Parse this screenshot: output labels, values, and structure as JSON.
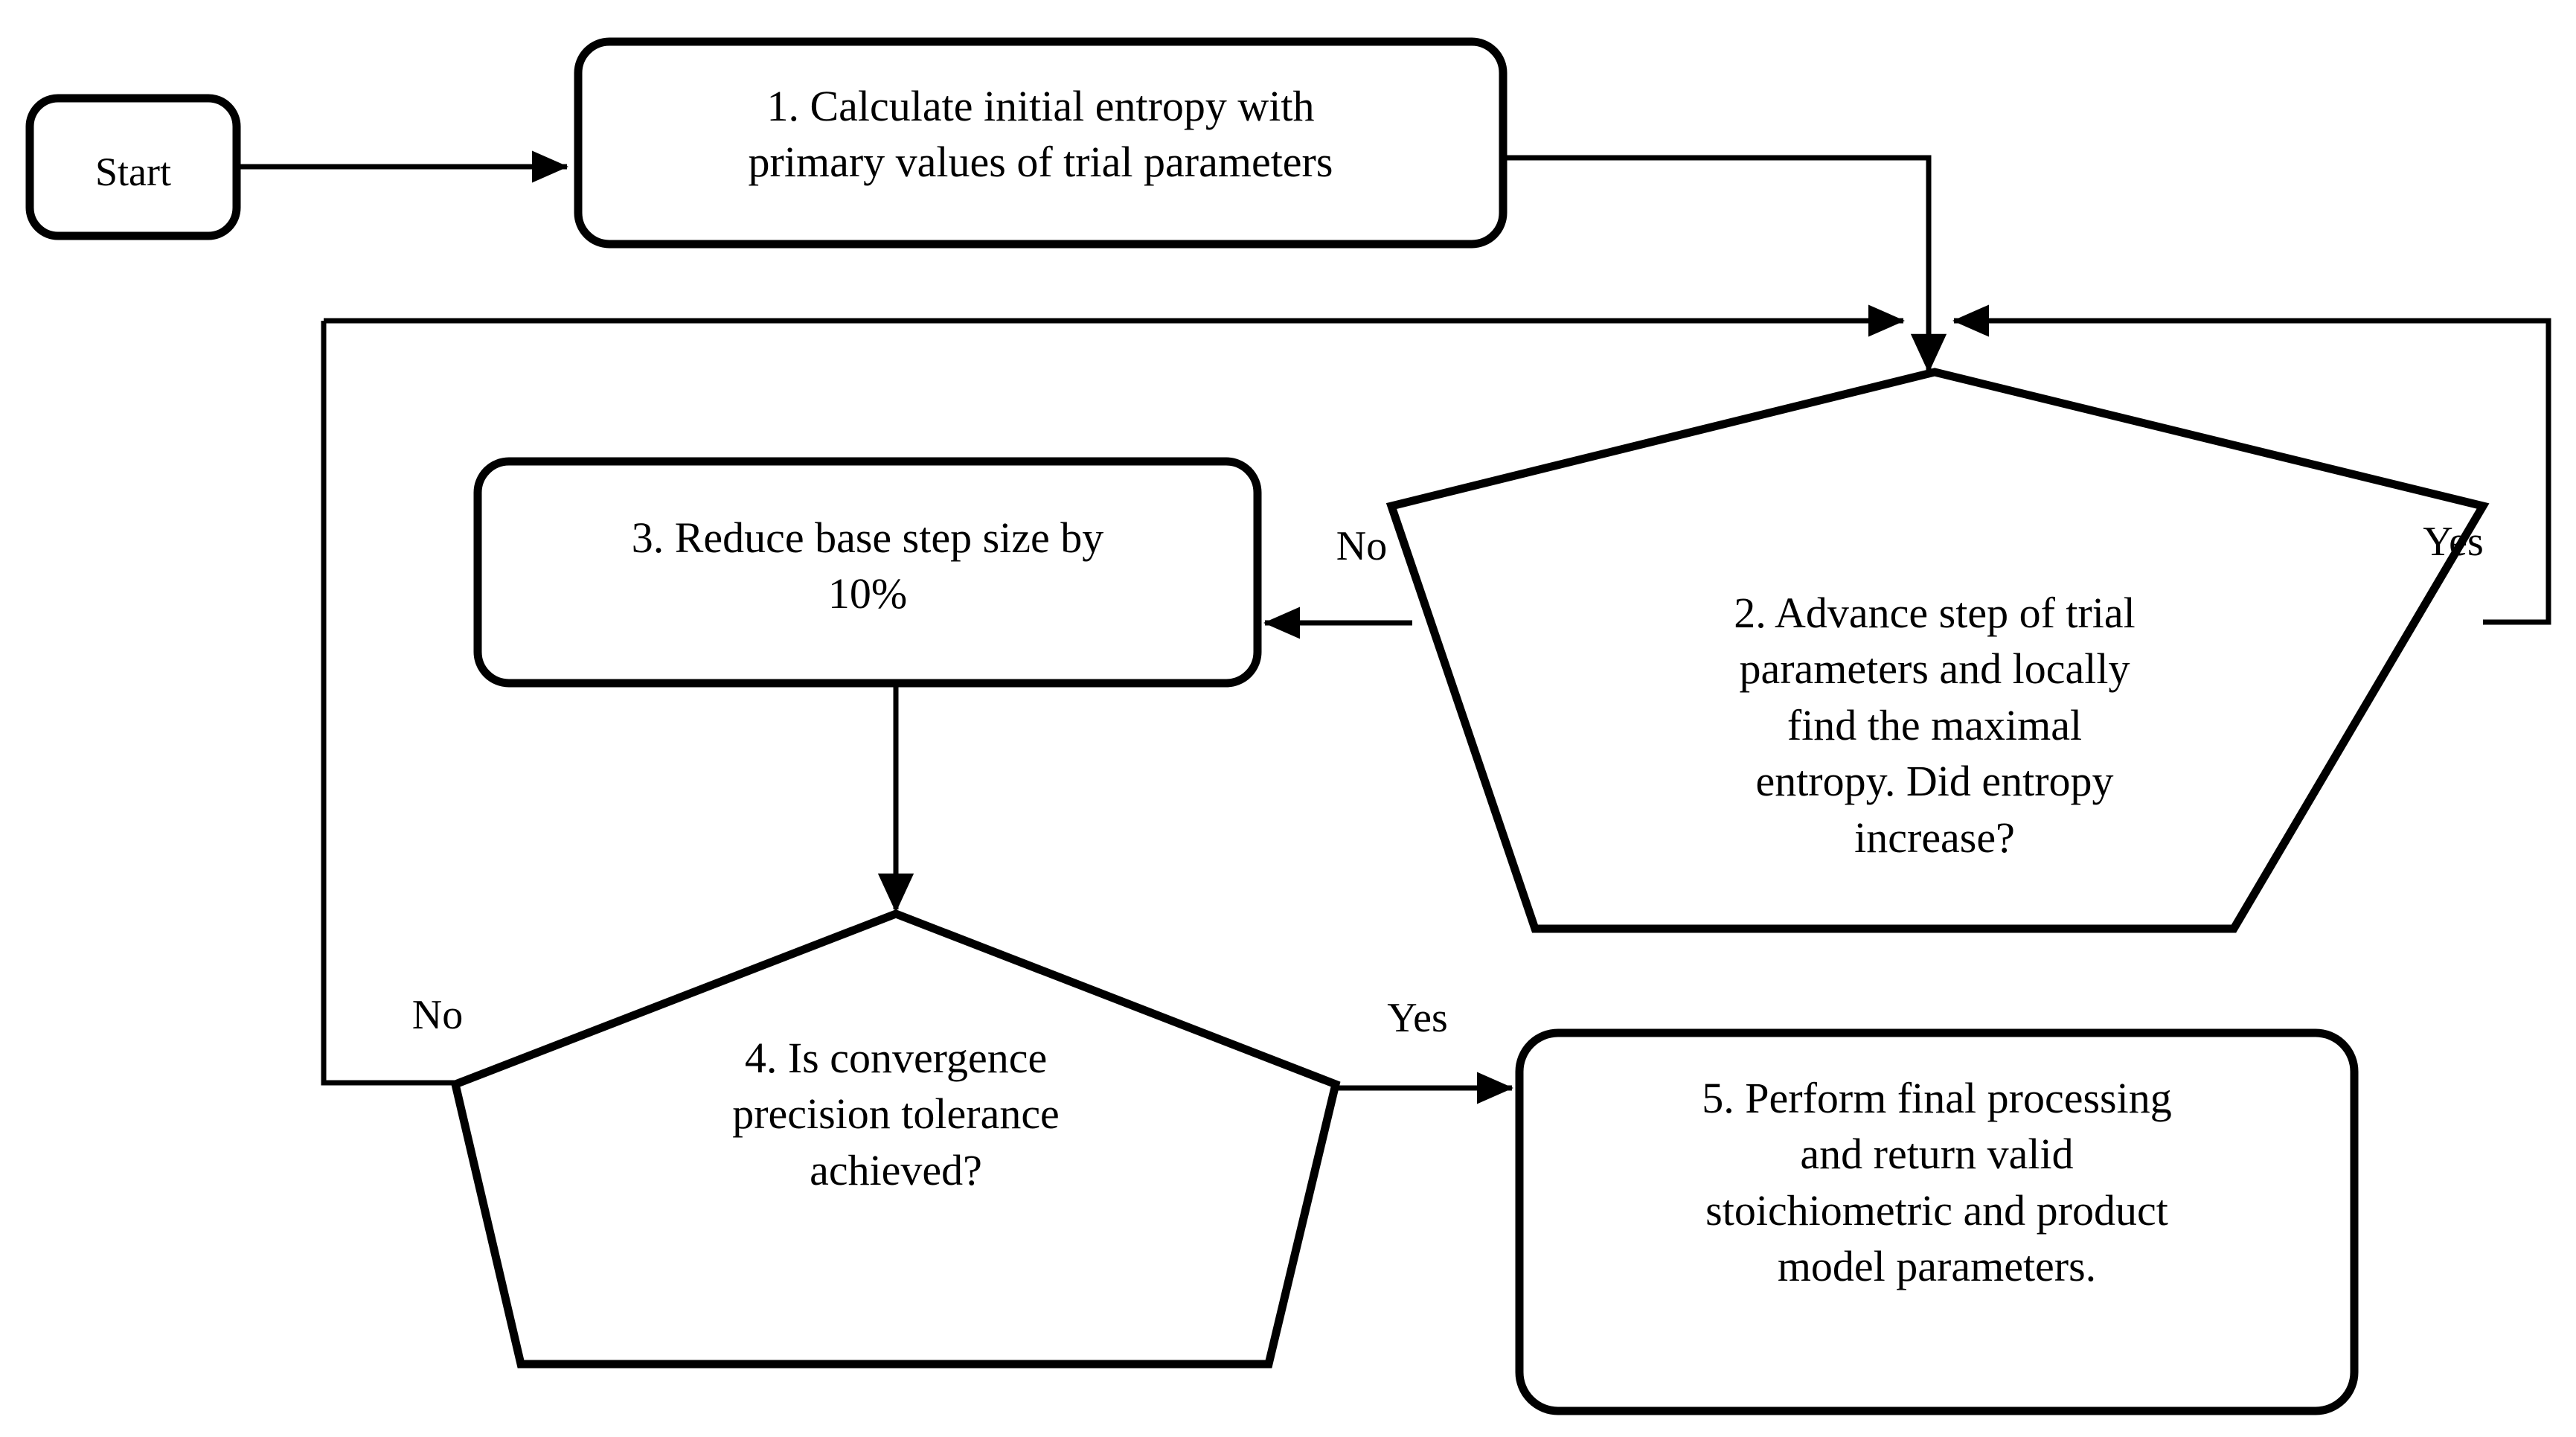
{
  "diagram": {
    "type": "flowchart",
    "title": "",
    "background_color": "#ffffff",
    "stroke_color": "#000000",
    "nodes": [
      {
        "id": "start",
        "shape": "rounded-rectangle",
        "label": "Start"
      },
      {
        "id": "step1",
        "shape": "rounded-rectangle",
        "label": "1. Calculate initial entropy with\nprimary values of trial parameters"
      },
      {
        "id": "decision2",
        "shape": "pentagon",
        "label": "2. Advance step of trial\nparameters and locally\nfind the maximal\nentropy. Did entropy\nincrease?"
      },
      {
        "id": "step3",
        "shape": "rounded-rectangle",
        "label": "3. Reduce base step size by\n10%"
      },
      {
        "id": "decision4",
        "shape": "pentagon",
        "label": "4. Is convergence\nprecision tolerance\nachieved?"
      },
      {
        "id": "step5",
        "shape": "rounded-rectangle",
        "label": "5. Perform final processing\nand return valid\nstoichiometric and product\nmodel parameters."
      }
    ],
    "edges": [
      {
        "id": "e-start-step1",
        "from": "start",
        "to": "step1",
        "label": ""
      },
      {
        "id": "e-step1-dec2",
        "from": "step1",
        "to": "decision2",
        "label": ""
      },
      {
        "id": "e-dec2-step3",
        "from": "decision2",
        "to": "step3",
        "label": "No"
      },
      {
        "id": "e-dec2-loop",
        "from": "decision2",
        "to": "decision2",
        "label": "Yes"
      },
      {
        "id": "e-step3-dec4",
        "from": "step3",
        "to": "decision4",
        "label": ""
      },
      {
        "id": "e-dec4-loop",
        "from": "decision4",
        "to": "decision2",
        "label": "No"
      },
      {
        "id": "e-dec4-step5",
        "from": "decision4",
        "to": "step5",
        "label": "Yes"
      }
    ],
    "edge_labels": {
      "dec2_no": "No",
      "dec2_yes": "Yes",
      "dec4_no": "No",
      "dec4_yes": "Yes"
    }
  }
}
